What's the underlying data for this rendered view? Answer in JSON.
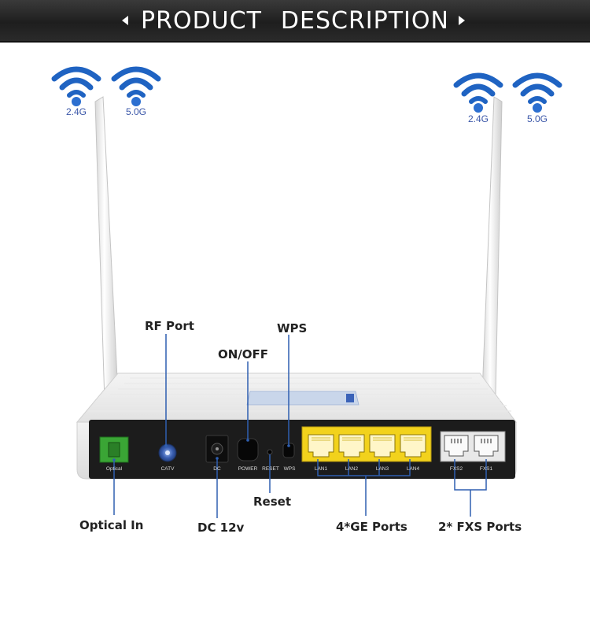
{
  "banner": {
    "word1": "PRODUCT",
    "word2": "DESCRIPTION",
    "left_arrow_icon": "triangle-left-icon",
    "right_arrow_icon": "triangle-right-icon"
  },
  "wifi_badges": {
    "left_24": "2.4G",
    "left_50": "5.0G",
    "right_24": "2.4G",
    "right_50": "5.0G"
  },
  "callouts": {
    "rf_port": "RF Port",
    "on_off": "ON/OFF",
    "wps": "WPS",
    "reset": "Reset",
    "optical_in": "Optical In",
    "dc_12v": "DC 12v",
    "ge_ports": "4*GE Ports",
    "fxs_ports": "2* FXS Ports"
  },
  "port_labels": {
    "optical": "Optical",
    "catv": "CATV",
    "dc": "DC",
    "power": "POWER",
    "reset": "RESET",
    "wps": "WPS",
    "lan1": "LAN1",
    "lan2": "LAN2",
    "lan3": "LAN3",
    "lan4": "LAN4",
    "fxs2": "FXS2",
    "fxs1": "FXS1"
  },
  "colors": {
    "leader_line": "#2f5fb0",
    "lan_yellow": "#f2d21c",
    "optical_green": "#3aa535",
    "wifi_blue": "#1f63c2"
  }
}
